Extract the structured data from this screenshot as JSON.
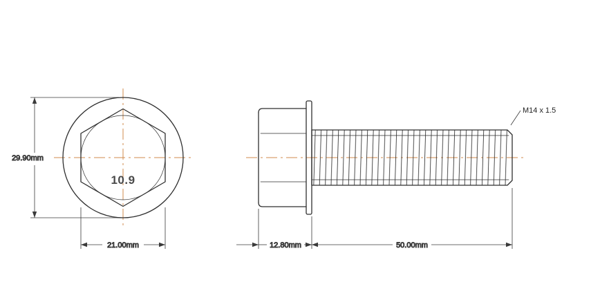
{
  "drawing": {
    "title": "hex-flange-bolt-drawing",
    "colors": {
      "outline": "#2e2e2e",
      "dimension": "#3a3a3a",
      "centerline": "#d08b4c",
      "text": "#1f1f1f"
    },
    "front_view": {
      "grade_label": "10.9",
      "dim_vertical": "29.90mm",
      "dim_horizontal": "21.00mm"
    },
    "side_view": {
      "thread_label": "M14 x 1.5",
      "dim_head": "12.80mm",
      "dim_thread": "50.00mm"
    }
  }
}
